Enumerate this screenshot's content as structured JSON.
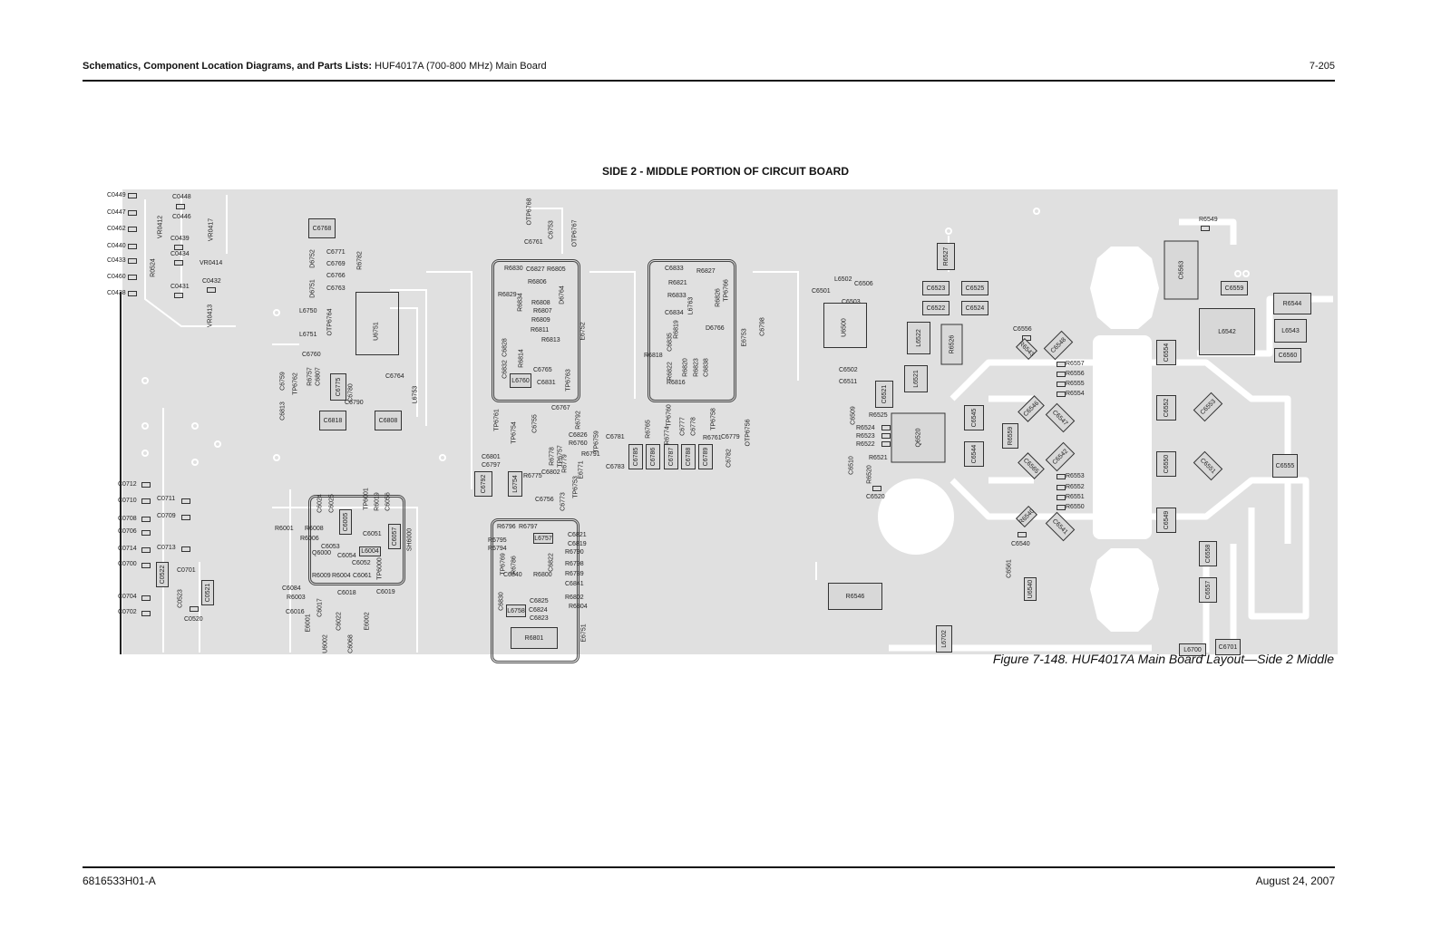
{
  "header": {
    "title_bold": "Schematics, Component Location Diagrams, and Parts Lists:",
    "title_rest": " HUF4017A (700-800 MHz) Main Board",
    "page_number": "7-205"
  },
  "figure_title": "SIDE 2 - MIDDLE PORTION OF CIRCUIT BOARD",
  "caption": "Figure 7-148. HUF4017A Main Board Layout—Side 2 Middle",
  "footer": {
    "doc_number": "6816533H01-A",
    "date": "August 24, 2007"
  },
  "colors": {
    "board": "#e0e0e0",
    "trace": "#ffffff",
    "outline": "#333333"
  },
  "board": {
    "components": [
      "C0449",
      "C0447",
      "C0462",
      "C0440",
      "C0433",
      "C0460",
      "C0438",
      "C0448",
      "C0446",
      "C0439",
      "C0434",
      "C0431",
      "C0432",
      "VR0412",
      "VR0417",
      "VR0414",
      "VR0413",
      "R0524",
      "C6768",
      "C6771",
      "C6769",
      "C6766",
      "C6763",
      "R6782",
      "D6752",
      "D6751",
      "L6750",
      "L6751",
      "OTP6764",
      "U6751",
      "C6760",
      "C6775",
      "C6764",
      "L6753",
      "C6818",
      "C6808",
      "C6780",
      "C6790",
      "C6813",
      "C6759",
      "TP6762",
      "R6757",
      "C6807",
      "C0712",
      "C0710",
      "C0711",
      "C0708",
      "C0709",
      "C0706",
      "C0714",
      "C0713",
      "C0700",
      "C0701",
      "C0522",
      "C0521",
      "C0523",
      "C0704",
      "C0702",
      "C0520",
      "C6024",
      "C6025",
      "C6005",
      "TP6001",
      "R6019",
      "C6056",
      "C6057",
      "SH6000",
      "R6001",
      "R6008",
      "R6006",
      "C6053",
      "Q6000",
      "L6004",
      "C6051",
      "C6052",
      "C6054",
      "TP6000",
      "R6009",
      "R6004",
      "C6061",
      "C6084",
      "R6003",
      "C6016",
      "C6018",
      "C6019",
      "C6017",
      "C6022",
      "E6001",
      "E6002",
      "U6002",
      "C6068",
      "R6830",
      "C6827",
      "R6805",
      "R6806",
      "R6829",
      "R6834",
      "R6808",
      "R6807",
      "R6809",
      "R6811",
      "R6813",
      "C6828",
      "C6832",
      "R6814",
      "C6765",
      "L6760",
      "C6831",
      "D6764",
      "E6752",
      "TP6763",
      "OTP6768",
      "C6753",
      "OTP6767",
      "C6761",
      "C6833",
      "R6827",
      "R6821",
      "R6833",
      "C6834",
      "L6763",
      "R6826",
      "TP6766",
      "R6819",
      "D6766",
      "C6835",
      "R6818",
      "R6822",
      "R6820",
      "R6823",
      "C6838",
      "R6816",
      "E6753",
      "C6798",
      "TP6761",
      "TP6754",
      "C6755",
      "C6767",
      "R6792",
      "C6826",
      "R6760",
      "C6801",
      "C6797",
      "C6792",
      "L6754",
      "C6756",
      "TP6757",
      "R6791",
      "R6778",
      "R6779",
      "R6775",
      "C6802",
      "TP6753",
      "E6771",
      "C6773",
      "TP6759",
      "C6781",
      "C6783",
      "C6785",
      "C6786",
      "C6787",
      "C6788",
      "C6789",
      "R6765",
      "TP6760",
      "R6774",
      "C6777",
      "C6778",
      "TP6758",
      "R6761",
      "C6779",
      "C6782",
      "OTP6756",
      "R6796",
      "R6797",
      "R6795",
      "L6757",
      "C6821",
      "C6819",
      "R6794",
      "R6790",
      "R6798",
      "R6789",
      "TP6769",
      "R6786",
      "C6840",
      "R6800",
      "C6822",
      "C6841",
      "C6830",
      "C6825",
      "L6758",
      "C6824",
      "C6823",
      "R6802",
      "R6804",
      "R6801",
      "E6751",
      "C6501",
      "L6502",
      "C6506",
      "C6503",
      "U6500",
      "C6502",
      "C6511",
      "C6509",
      "R6525",
      "R6524",
      "R6523",
      "R6522",
      "C6510",
      "R6521",
      "R6520",
      "C6520",
      "C6521",
      "Q6520",
      "L6521",
      "L6522",
      "R6526",
      "R6527",
      "C6523",
      "C6522",
      "C6525",
      "C6524",
      "C6545",
      "C6544",
      "R6559",
      "C6556",
      "R6543",
      "C6548",
      "C6546",
      "C6547",
      "C6565",
      "C6542",
      "R6557",
      "R6556",
      "R6555",
      "R6554",
      "R6553",
      "R6552",
      "R6551",
      "R6550",
      "R6540",
      "C6541",
      "C6540",
      "C6561",
      "U6540",
      "R6546",
      "L6702",
      "C6554",
      "C6552",
      "C6550",
      "C6549",
      "C6553",
      "C6551",
      "C6563",
      "R6549",
      "C6559",
      "R6544",
      "L6542",
      "L6543",
      "C6560",
      "C6555",
      "C6558",
      "C6557",
      "L6700",
      "C6701"
    ]
  }
}
